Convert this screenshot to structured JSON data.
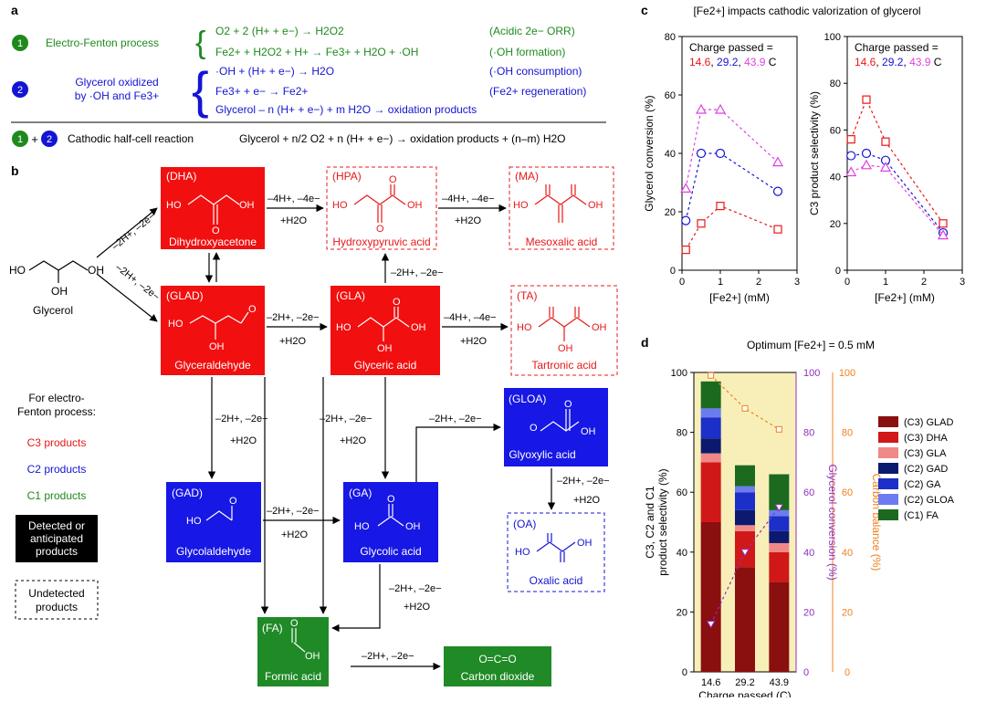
{
  "panel_labels": {
    "a": "a",
    "b": "b",
    "c": "c",
    "d": "d"
  },
  "colors": {
    "green": "#1e8a1e",
    "blue": "#1414d4",
    "red": "#e81818",
    "magenta": "#e040e0",
    "orange": "#f08020",
    "purple": "#9030c0",
    "yellow_bg": "#f8efb8",
    "box_red": "#f20f0f",
    "box_blue": "#1717e6",
    "box_green": "#1f8a26"
  },
  "panel_a": {
    "step1": {
      "num": "1",
      "label": "Electro-Fenton process"
    },
    "step2": {
      "num": "2",
      "label_lines": [
        "Glycerol oxidized",
        "by ·OH and Fe3+"
      ]
    },
    "reactions": [
      {
        "eq": "O2 + 2 (H+ + e−) → H2O2",
        "note": "(Acidic 2e− ORR)",
        "color": "green"
      },
      {
        "eq": "Fe2+ + H2O2 + H+ → Fe3+ + H2O + ·OH",
        "note": "(·OH formation)",
        "color": "green"
      },
      {
        "eq": "·OH + (H+ + e−) → H2O",
        "note": "(·OH consumption)",
        "color": "blue"
      },
      {
        "eq": "Fe3+ + e− → Fe2+",
        "note": "(Fe2+ regeneration)",
        "color": "blue"
      },
      {
        "eq": "Glycerol – n (H+ + e−) + m H2O → oxidation products",
        "note": "",
        "color": "blue"
      }
    ],
    "combined": {
      "plus": "+",
      "label": "Cathodic half-cell reaction",
      "eq": "Glycerol + n/2 O2 + n (H+ + e−) → oxidation products + (n–m) H2O"
    }
  },
  "panel_b": {
    "glycerol": "Glycerol",
    "boxes": [
      {
        "id": "DHA",
        "abbr": "(DHA)",
        "name": "Dihydroxyacetone",
        "kind": "red"
      },
      {
        "id": "HPA",
        "abbr": "(HPA)",
        "name": "Hydroxypyruvic acid",
        "kind": "red-dashed"
      },
      {
        "id": "MA",
        "abbr": "(MA)",
        "name": "Mesoxalic acid",
        "kind": "red-dashed"
      },
      {
        "id": "GLAD",
        "abbr": "(GLAD)",
        "name": "Glyceraldehyde",
        "kind": "red"
      },
      {
        "id": "GLA",
        "abbr": "(GLA)",
        "name": "Glyceric acid",
        "kind": "red"
      },
      {
        "id": "TA",
        "abbr": "(TA)",
        "name": "Tartronic acid",
        "kind": "red-dashed"
      },
      {
        "id": "GLOA",
        "abbr": "(GLOA)",
        "name": "Glyoxylic acid",
        "kind": "blue"
      },
      {
        "id": "GAD",
        "abbr": "(GAD)",
        "name": "Glycolaldehyde",
        "kind": "blue"
      },
      {
        "id": "GA",
        "abbr": "(GA)",
        "name": "Glycolic acid",
        "kind": "blue"
      },
      {
        "id": "OA",
        "abbr": "(OA)",
        "name": "Oxalic acid",
        "kind": "blue-dashed"
      },
      {
        "id": "FA",
        "abbr": "(FA)",
        "name": "Formic acid",
        "kind": "green"
      },
      {
        "id": "CO2",
        "abbr": "",
        "name": "Carbon dioxide",
        "kind": "green"
      }
    ],
    "arrow_labels": {
      "two": "–2H+, –2e−",
      "four": "–4H+, –4e−",
      "water": "+H2O"
    },
    "legend": {
      "title_lines": [
        "For electro-",
        "Fenton process:"
      ],
      "c3": "C3 products",
      "c2": "C2 products",
      "c1": "C1 products",
      "detected": [
        "Detected or",
        "anticipated",
        "products"
      ],
      "undetected": [
        "Undetected",
        "products"
      ]
    }
  },
  "panel_c": {
    "title": "[Fe2+] impacts cathodic valorization of glycerol",
    "charge_label": "Charge passed =",
    "charges": [
      "14.6",
      "29.2",
      "43.9"
    ],
    "unit": "C",
    "xlabel": "[Fe2+] (mM)",
    "left_ylabel": "Glycerol conversion (%)",
    "right_ylabel": "C3 product selectivity (%)"
  },
  "panel_d": {
    "title": "Optimum [Fe2+] = 0.5 mM",
    "xlabel": "Charge passed (C)",
    "ylabel_lines": [
      "C3, C2 and C1",
      "product selectivity (%)"
    ],
    "y2label": "Glycerol conversion (%)",
    "y3label": "Carbon balance (%)",
    "legend": [
      {
        "label": "(C3) GLAD",
        "color": "#8a0f0f"
      },
      {
        "label": "(C3) DHA",
        "color": "#d01818"
      },
      {
        "label": "(C3) GLA",
        "color": "#f08888"
      },
      {
        "label": "(C2) GAD",
        "color": "#0b1a6e"
      },
      {
        "label": "(C2) GA",
        "color": "#1c2fc8"
      },
      {
        "label": "(C2) GLOA",
        "color": "#6c7cf0"
      },
      {
        "label": "(C1) FA",
        "color": "#1b6a20"
      }
    ]
  },
  "chart_data": [
    {
      "type": "line",
      "title": "[Fe2+] impacts cathodic valorization of glycerol",
      "xlabel": "[Fe2+] (mM)",
      "ylabel": "Glycerol conversion (%)",
      "xlim": [
        0,
        3
      ],
      "ylim": [
        0,
        80
      ],
      "x_ticks": [
        0,
        1,
        2,
        3
      ],
      "y_ticks": [
        0,
        20,
        40,
        60,
        80
      ],
      "x": [
        0.1,
        0.5,
        1,
        2.5
      ],
      "series": [
        {
          "name": "14.6",
          "color": "#e81818",
          "marker": "square",
          "values": [
            7,
            16,
            22,
            14
          ]
        },
        {
          "name": "29.2",
          "color": "#1414d4",
          "marker": "circle",
          "values": [
            17,
            40,
            40,
            27
          ]
        },
        {
          "name": "43.9",
          "color": "#e040e0",
          "marker": "triangle",
          "values": [
            28,
            55,
            55,
            37
          ]
        }
      ]
    },
    {
      "type": "line",
      "xlabel": "[Fe2+] (mM)",
      "ylabel": "C3 product selectivity (%)",
      "xlim": [
        0,
        3
      ],
      "ylim": [
        0,
        100
      ],
      "x_ticks": [
        0,
        1,
        2,
        3
      ],
      "y_ticks": [
        0,
        20,
        40,
        60,
        80,
        100
      ],
      "x": [
        0.1,
        0.5,
        1,
        2.5
      ],
      "series": [
        {
          "name": "14.6",
          "color": "#e81818",
          "marker": "square",
          "values": [
            56,
            73,
            55,
            20
          ]
        },
        {
          "name": "29.2",
          "color": "#1414d4",
          "marker": "circle",
          "values": [
            49,
            50,
            47,
            16
          ]
        },
        {
          "name": "43.9",
          "color": "#e040e0",
          "marker": "triangle",
          "values": [
            42,
            45,
            44,
            15
          ]
        }
      ]
    },
    {
      "type": "bar",
      "stacked": true,
      "title": "Optimum [Fe2+] = 0.5 mM",
      "xlabel": "Charge passed (C)",
      "ylabel": "C3, C2 and C1 product selectivity (%)",
      "categories": [
        "14.6",
        "29.2",
        "43.9"
      ],
      "ylim": [
        0,
        100
      ],
      "y_ticks": [
        0,
        20,
        40,
        60,
        80,
        100
      ],
      "series": [
        {
          "name": "(C3) GLAD",
          "color": "#8a0f0f",
          "values": [
            50,
            35,
            30
          ]
        },
        {
          "name": "(C3) DHA",
          "color": "#d01818",
          "values": [
            20,
            12,
            10
          ]
        },
        {
          "name": "(C3) GLA",
          "color": "#f08888",
          "values": [
            3,
            2,
            3
          ]
        },
        {
          "name": "(C2) GAD",
          "color": "#0b1a6e",
          "values": [
            5,
            5,
            4
          ]
        },
        {
          "name": "(C2) GA",
          "color": "#1c2fc8",
          "values": [
            7,
            6,
            5
          ]
        },
        {
          "name": "(C2) GLOA",
          "color": "#6c7cf0",
          "values": [
            3,
            2,
            2
          ]
        },
        {
          "name": "(C1) FA",
          "color": "#1b6a20",
          "values": [
            9,
            7,
            12
          ]
        }
      ],
      "overlays": [
        {
          "name": "Glycerol conversion (%)",
          "axis": "right",
          "color": "#9030c0",
          "ylim": [
            0,
            100
          ],
          "values": [
            16,
            40,
            55
          ]
        },
        {
          "name": "Carbon balance (%)",
          "axis": "right-outer",
          "color": "#f08020",
          "ylim": [
            0,
            100
          ],
          "values": [
            99,
            88,
            81
          ]
        }
      ]
    }
  ]
}
